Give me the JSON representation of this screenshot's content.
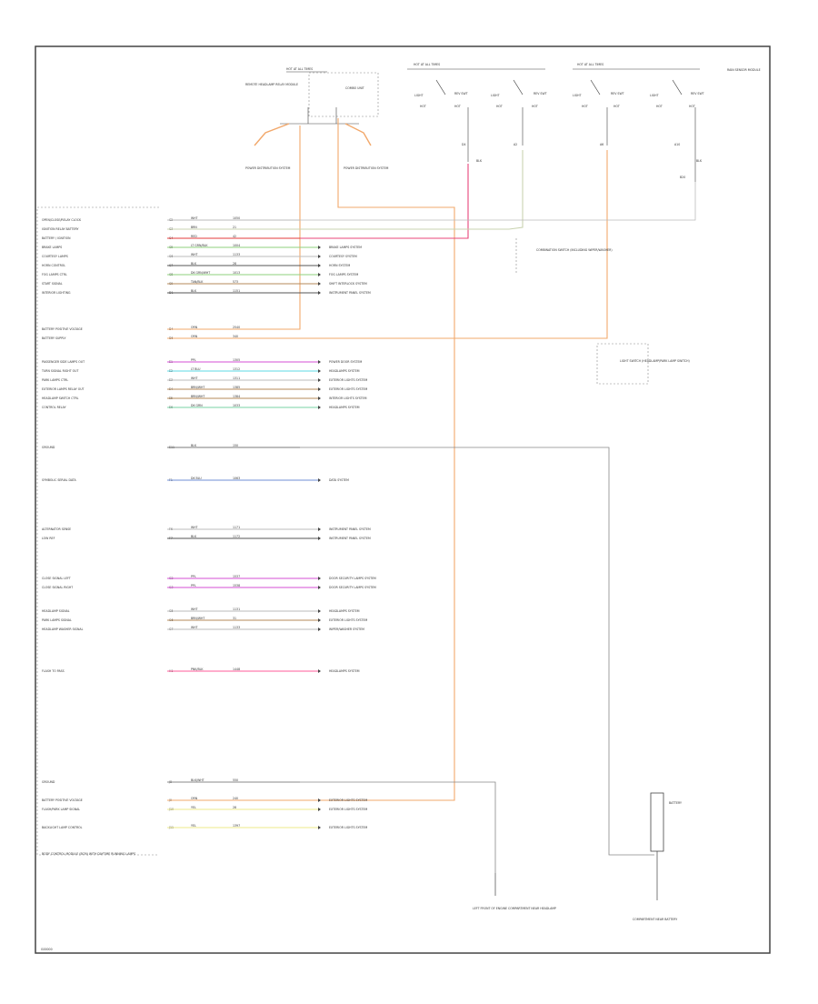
{
  "colors": {
    "border": "#444444",
    "wire_gray": "#bbbbbb",
    "wire_dark": "#555555",
    "wire_orange": "#f2a86b",
    "wire_pink": "#e8457a",
    "wire_red": "#e33b3b",
    "wire_green": "#8fd27e",
    "wire_gray_green": "#c9d3b0",
    "wire_magenta": "#d64fd6",
    "wire_cyan": "#5ed8e6",
    "wire_brown": "#b58a5a",
    "wire_teal": "#7ad3a6",
    "wire_blue": "#6f8fd6",
    "wire_yellow": "#ece98a",
    "wire_purple": "#9b6ec9",
    "wire_hotpink": "#ff5b9a"
  },
  "diagram_id": "G00000",
  "fuse_blocks": [
    {
      "label": "HOT AT ALL TIMES"
    },
    {
      "label": "HOT AT ALL TIMES"
    },
    {
      "label": "HOT AT ALL TIMES"
    }
  ],
  "top_labels": {
    "left_block": "REMOTE HEADLAMP RELAY MODULE",
    "left_sub": "COMBO UNIT",
    "power_dist_left": "POWER DISTRIBUTION SYSTEM",
    "power_dist_right": "POWER DISTRIBUTION SYSTEM",
    "right_corner": "RAIN SENSOR MODULE",
    "combination_switch": "COMBINATION SWITCH (INCLUDING WIPER/WASHER)",
    "right_mid": "LIGHT SWITCH (HEADLAMP/PARK LAMP SWITCH)"
  },
  "connector_rows": [
    {
      "label": "OPEN/CLOSE/RELAY CLOCK",
      "pin": "C2",
      "wire": "WHT",
      "circ": "1050",
      "dest": ""
    },
    {
      "label": "IGNITION RELAY BATTERY",
      "pin": "C3",
      "wire": "BRN",
      "circ": "21",
      "dest": ""
    },
    {
      "label": "BATTERY / IGNITION",
      "pin": "C4",
      "wire": "RED",
      "circ": "42",
      "dest": ""
    },
    {
      "label": "BRAKE LAMPS",
      "pin": "C5",
      "wire": "LT GRN/BLK",
      "circ": "1004",
      "dest": "BRAKE LAMPS SYSTEM"
    },
    {
      "label": "COURTESY LAMPS",
      "pin": "C6",
      "wire": "WHT",
      "circ": "1133",
      "dest": "COURTESY SYSTEM"
    },
    {
      "label": "HORN CONTROL",
      "pin": "C7",
      "wire": "BLK",
      "circ": "28",
      "dest": "HORN SYSTEM"
    },
    {
      "label": "FOG LAMPS CTRL",
      "pin": "C8",
      "wire": "DK GRN/WHT",
      "circ": "1013",
      "dest": "FOG LAMPS SYSTEM"
    },
    {
      "label": "START SIGNAL",
      "pin": "C9",
      "wire": "TAN/BLK",
      "circ": "573",
      "dest": "SHIFT INTERLOCK SYSTEM"
    },
    {
      "label": "INTERIOR LIGHTING",
      "pin": "D1",
      "wire": "BLK",
      "circ": "1151",
      "dest": "INSTRUMENT PANEL SYSTEM"
    },
    {
      "label": "BATTERY POSITIVE VOLTAGE",
      "pin": "D4",
      "wire": "ORN",
      "circ": "2540",
      "dest": ""
    },
    {
      "label": "BATTERY SUPPLY",
      "pin": "D5",
      "wire": "ORN",
      "circ": "340",
      "dest": ""
    },
    {
      "label": "PASSENGER SIDE LAMPS OUT",
      "pin": "E1",
      "wire": "PPL",
      "circ": "1305",
      "dest": "POWER DOOR SYSTEM"
    },
    {
      "label": "TURN SIGNAL RIGHT OUT",
      "pin": "E2",
      "wire": "LT BLU",
      "circ": "1312",
      "dest": "HEADLAMPS SYSTEM"
    },
    {
      "label": "PARK LAMPS CTRL",
      "pin": "E3",
      "wire": "WHT",
      "circ": "1311",
      "dest": "EXTERIOR LIGHTS SYSTEM"
    },
    {
      "label": "EXTERIOR LAMPS RELAY OUT",
      "pin": "E4",
      "wire": "BRN/WHT",
      "circ": "1385",
      "dest": "EXTERIOR LIGHTS SYSTEM"
    },
    {
      "label": "HEADLAMP SWITCH CTRL",
      "pin": "E5",
      "wire": "BRN/WHT",
      "circ": "1384",
      "dest": "INTERIOR LIGHTS SYSTEM"
    },
    {
      "label": "CONTROL RELAY",
      "pin": "E6",
      "wire": "DK GRN",
      "circ": "1033",
      "dest": "HEADLAMPS SYSTEM"
    },
    {
      "label": "GROUND",
      "pin": "E11",
      "wire": "BLK",
      "circ": "150",
      "dest": ""
    },
    {
      "label": "SYMBOLIC SERIAL DATA",
      "pin": "F1",
      "wire": "DK BLU",
      "circ": "1063",
      "dest": "DATA SYSTEM"
    },
    {
      "label": "ALTERNATOR SENSE",
      "pin": "F6",
      "wire": "WHT",
      "circ": "1171",
      "dest": "INSTRUMENT PANEL SYSTEM"
    },
    {
      "label": "LOW REF",
      "pin": "F7",
      "wire": "BLK",
      "circ": "1172",
      "dest": "INSTRUMENT PANEL SYSTEM"
    },
    {
      "label": "CLOSE SIGNAL LEFT",
      "pin": "G2",
      "wire": "PPL",
      "circ": "1537",
      "dest": "DOOR SECURITY LAMPS SYSTEM"
    },
    {
      "label": "CLOSE SIGNAL RIGHT",
      "pin": "G3",
      "wire": "PPL",
      "circ": "1538",
      "dest": "DOOR SECURITY LAMPS SYSTEM"
    },
    {
      "label": "HEADLAMP SIGNAL",
      "pin": "G5",
      "wire": "WHT",
      "circ": "1131",
      "dest": "HEADLAMPS SYSTEM"
    },
    {
      "label": "PARK LAMPS SIGNAL",
      "pin": "G6",
      "wire": "BRN/WHT",
      "circ": "31",
      "dest": "EXTERIOR LIGHTS SYSTEM"
    },
    {
      "label": "HEADLAMP WASHER SIGNAL",
      "pin": "G7",
      "wire": "WHT",
      "circ": "1133",
      "dest": "WIPER/WASHER SYSTEM"
    },
    {
      "label": "FLASH TO PASS",
      "pin": "H1",
      "wire": "PNK/BLK",
      "circ": "1448",
      "dest": "HEADLAMPS SYSTEM"
    },
    {
      "label": "GROUND",
      "pin": "J8",
      "wire": "BLK/WHT",
      "circ": "550",
      "dest": ""
    },
    {
      "label": "BATTERY POSITIVE VOLTAGE",
      "pin": "J9",
      "wire": "ORN",
      "circ": "240",
      "dest": "EXTERIOR LIGHTS SYSTEM"
    },
    {
      "label": "FLASH/PARK LAMP SIGNAL",
      "pin": "J10",
      "wire": "YEL",
      "circ": "28",
      "dest": "EXTERIOR LIGHTS SYSTEM"
    },
    {
      "label": "BACKLIGHT LAMP CONTROL",
      "pin": "J11",
      "wire": "YEL",
      "circ": "1397",
      "dest": "EXTERIOR LIGHTS SYSTEM"
    }
  ],
  "module_caption": "BODY CONTROL MODULE (BCM) WITH DAYTIME RUNNING LAMPS",
  "bottom_labels": {
    "ground_left": "LEFT FRONT OF ENGINE COMPARTMENT NEAR HEADLAMP",
    "battery": "BATTERY",
    "ground_right": "COMPARTMENT NEAR BATTERY"
  }
}
